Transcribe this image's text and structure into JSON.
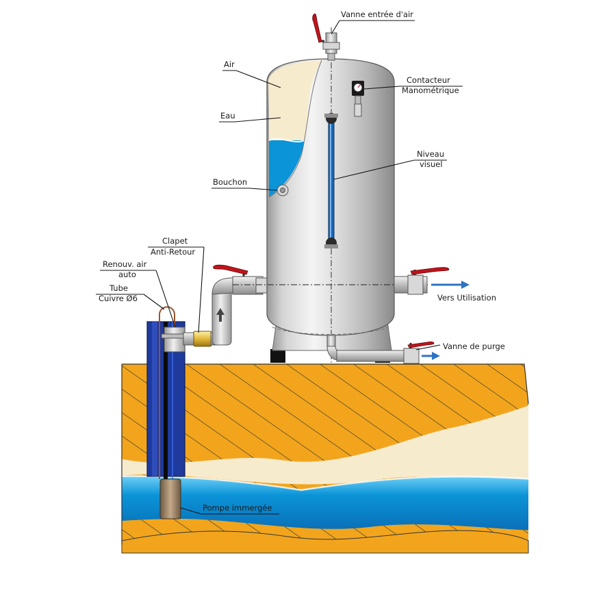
{
  "title": "Réservoir à vessie d'air – installation avec pompe immergée",
  "colors": {
    "soil": "#f2a51c",
    "sand": "#f7ebce",
    "water": "#0b94d8",
    "tank_steel": "#c9c9c9",
    "valve_handle": "#c0141c",
    "flow_arrow": "#2c73c6"
  },
  "labels": {
    "air_inlet_valve": "Vanne entrée d'air",
    "air": "Air",
    "pressure_switch_line1": "Contacteur",
    "pressure_switch_line2": "Manométrique",
    "water": "Eau",
    "level_gauge_line1": "Niveau",
    "level_gauge_line2": "visuel",
    "plug": "Bouchon",
    "check_valve_line1": "Clapet",
    "check_valve_line2": "Anti-Retour",
    "air_renewal_line1": "Renouv. air",
    "air_renewal_line2": "auto",
    "copper_tube_line1": "Tube",
    "copper_tube_line2": "Cuivre Ø6",
    "outlet": "Vers Utilisation",
    "drain_valve": "Vanne de purge",
    "submersible_pump": "Pompe immergée"
  },
  "icons": [
    "valve-handle-icon",
    "pressure-gauge-icon",
    "flow-arrow-icon"
  ]
}
